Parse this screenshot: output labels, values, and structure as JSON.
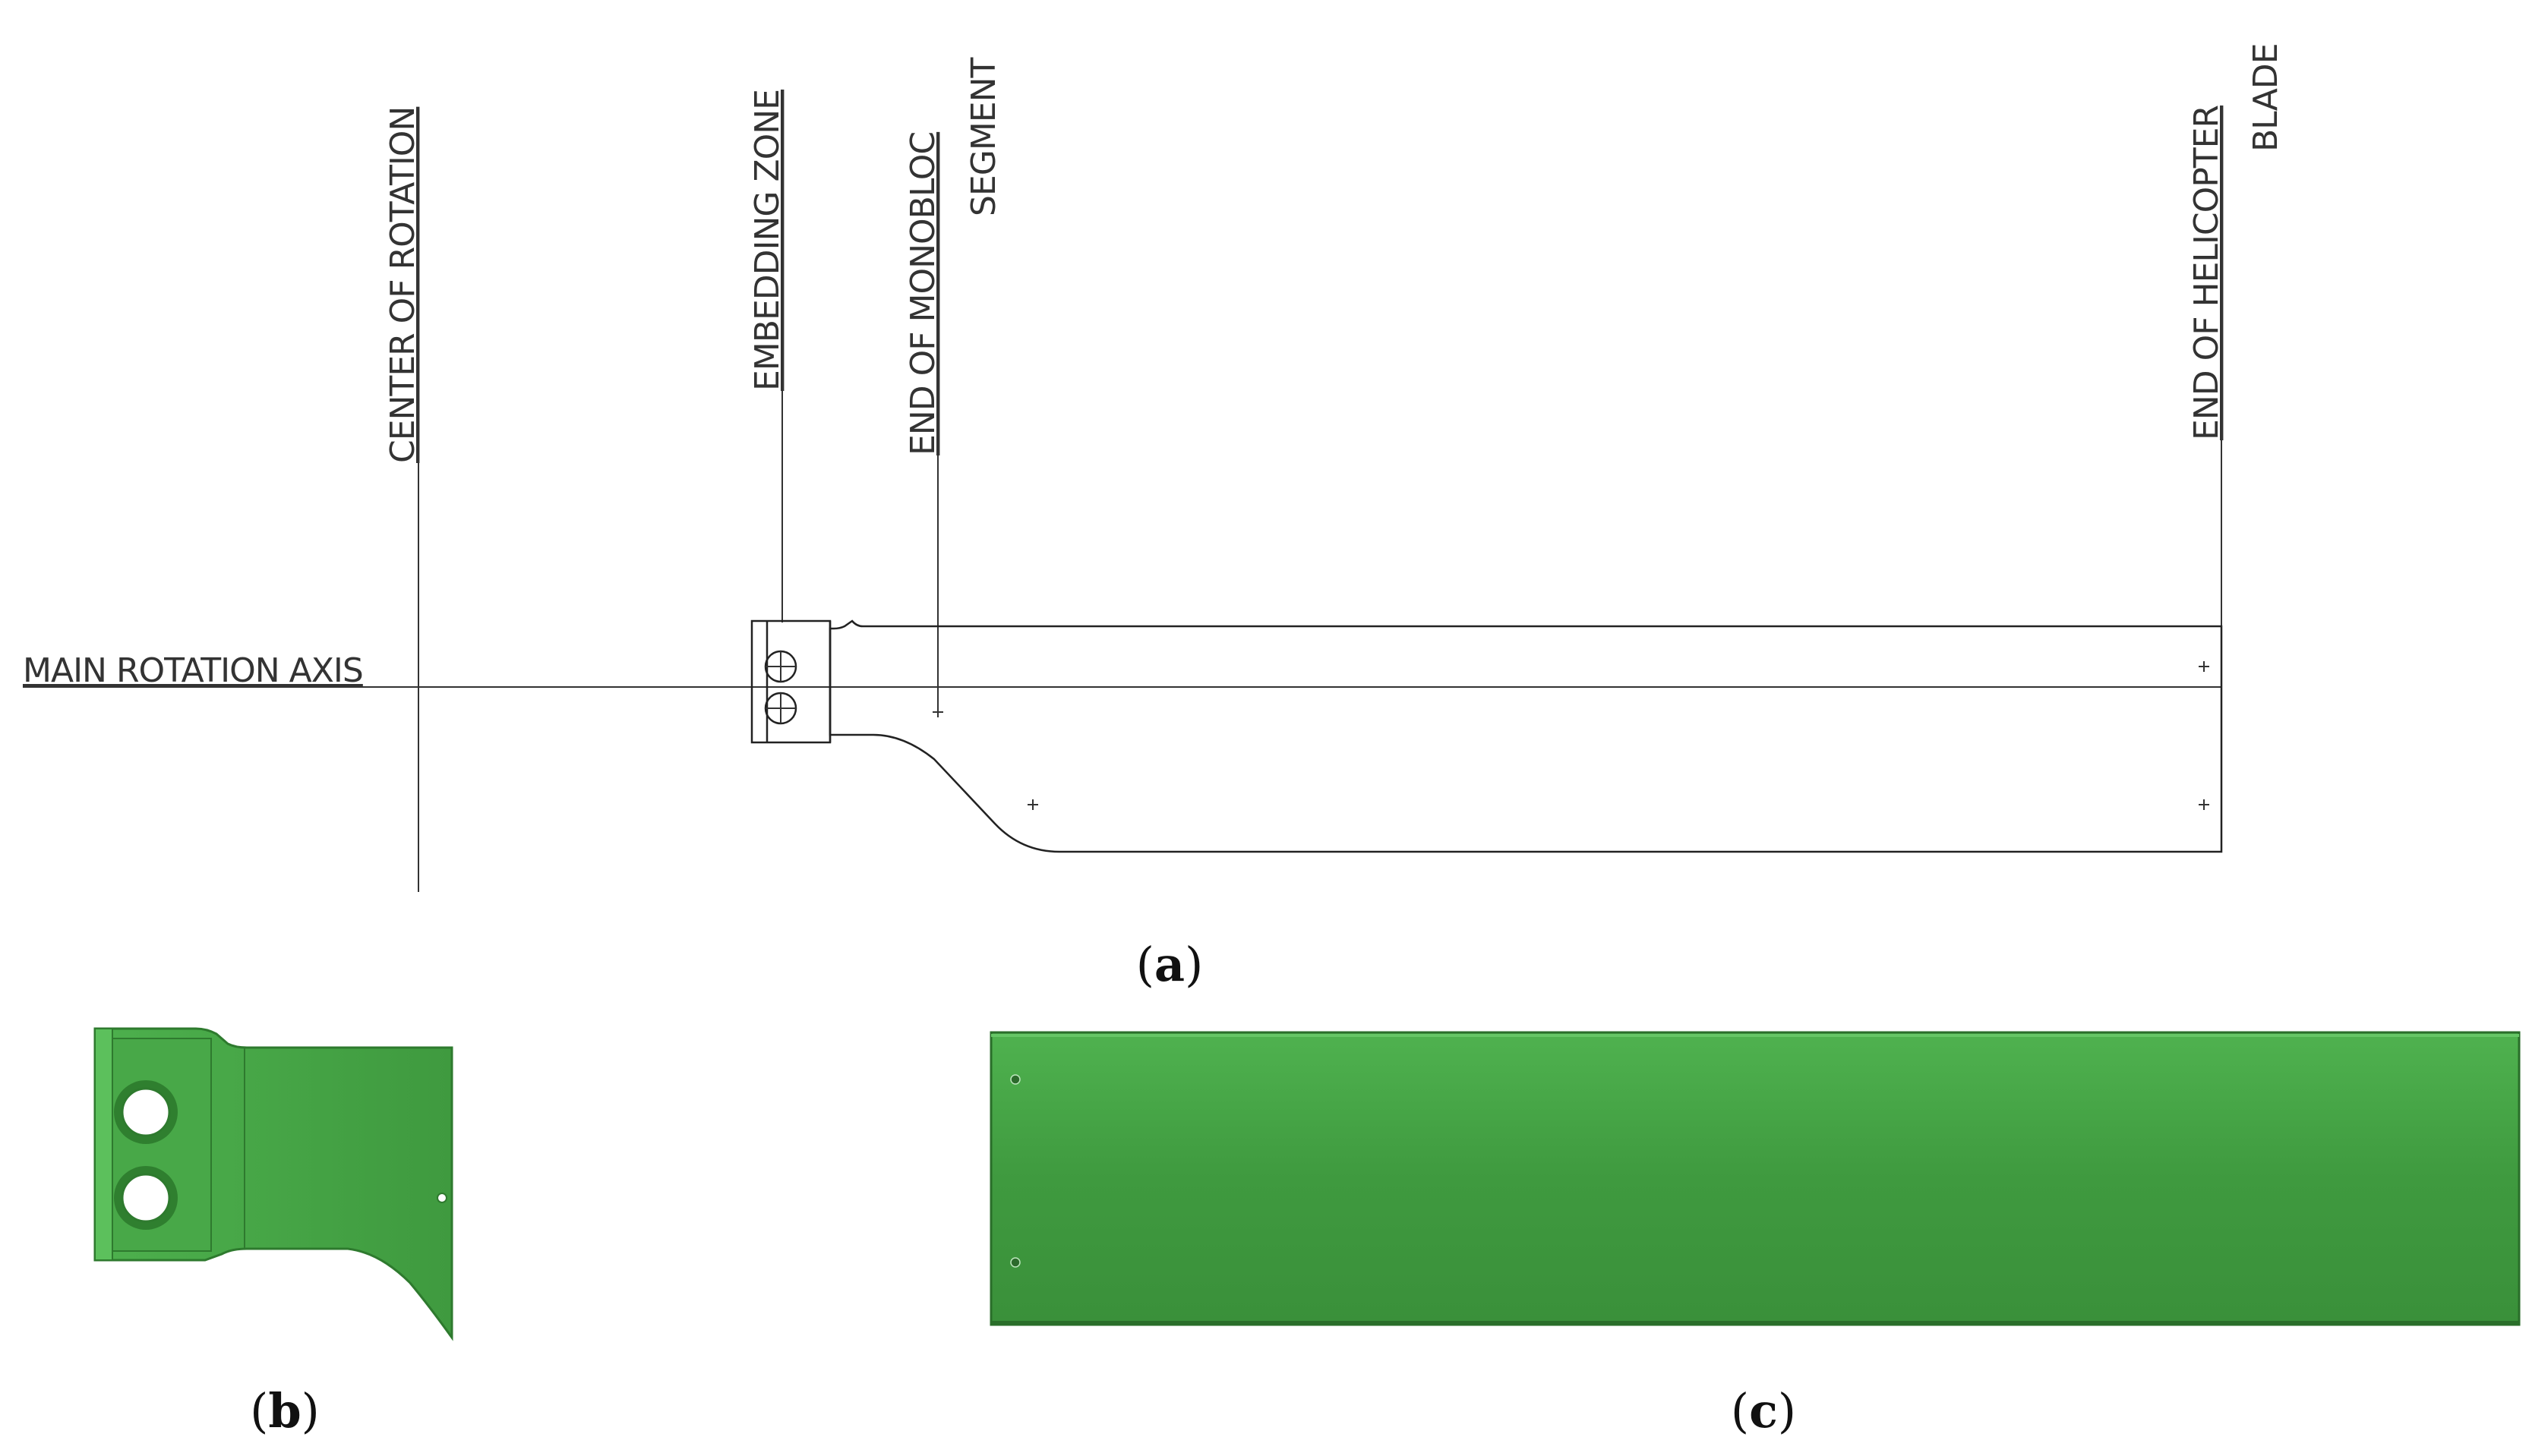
{
  "labels": {
    "center_of_rotation": "CENTER OF ROTATION",
    "embedding_zone": "EMBEDDING ZONE",
    "end_of_monobloc_line1": "END OF MONOBLOC",
    "end_of_monobloc_line2": "SEGMENT",
    "end_of_blade_line1": "END OF HELICOPTER",
    "end_of_blade_line2": "BLADE",
    "main_rotation_axis": "MAIN ROTATION AXIS"
  },
  "captions": {
    "a_open": "(",
    "a_letter": "a",
    "a_close": ")",
    "b_open": "(",
    "b_letter": "b",
    "b_close": ")",
    "c_open": "(",
    "c_letter": "c",
    "c_close": ")"
  },
  "colors": {
    "part_green": "#3f9a3f",
    "part_green_light": "#5cc05c",
    "part_green_dark": "#2e7a2e",
    "line": "#222222"
  }
}
